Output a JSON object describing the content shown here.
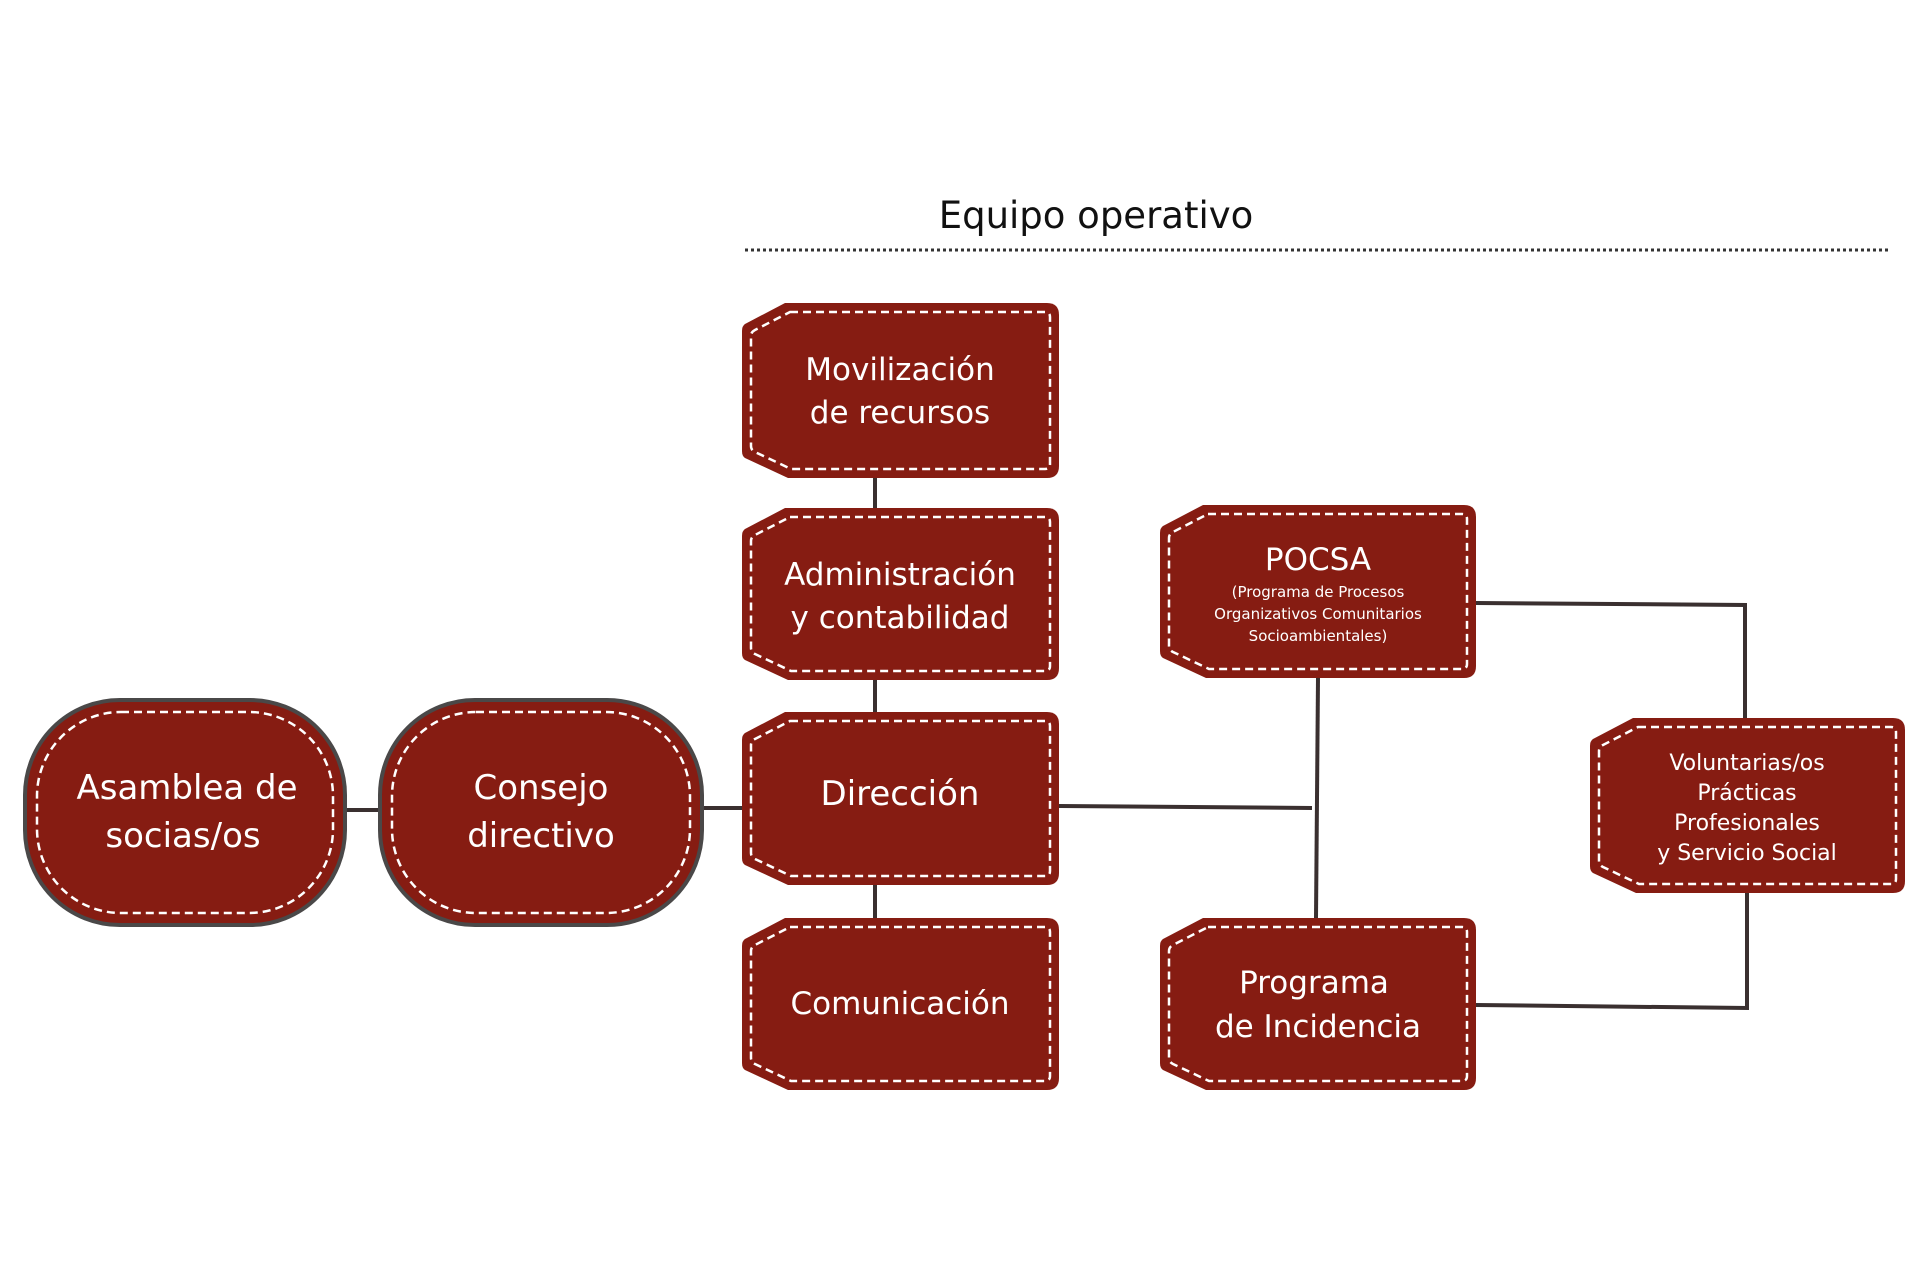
{
  "header": {
    "title": "Equipo operativo"
  },
  "colors": {
    "node_fill": "#861c12",
    "node_border": "#4a4848",
    "connector": "#3a3030",
    "text": "#ffffff"
  },
  "nodes": {
    "asamblea": {
      "lines": [
        "Asamblea de",
        "socias/os"
      ]
    },
    "consejo": {
      "lines": [
        "Consejo",
        "directivo"
      ]
    },
    "movilizacion": {
      "lines": [
        "Movilización",
        "de recursos"
      ]
    },
    "administracion": {
      "lines": [
        "Administración",
        "y contabilidad"
      ]
    },
    "direccion": {
      "lines": [
        "Dirección"
      ]
    },
    "comunicacion": {
      "lines": [
        "Comunicación"
      ]
    },
    "pocsa": {
      "title": "POCSA",
      "subtitle_lines": [
        "(Programa de Procesos",
        "Organizativos Comunitarios",
        "Socioambientales)"
      ]
    },
    "incidencia": {
      "lines": [
        "Programa",
        "de Incidencia"
      ]
    },
    "voluntarias": {
      "lines": [
        "Voluntarias/os",
        "Prácticas",
        "Profesionales",
        "y Servicio Social"
      ]
    }
  }
}
